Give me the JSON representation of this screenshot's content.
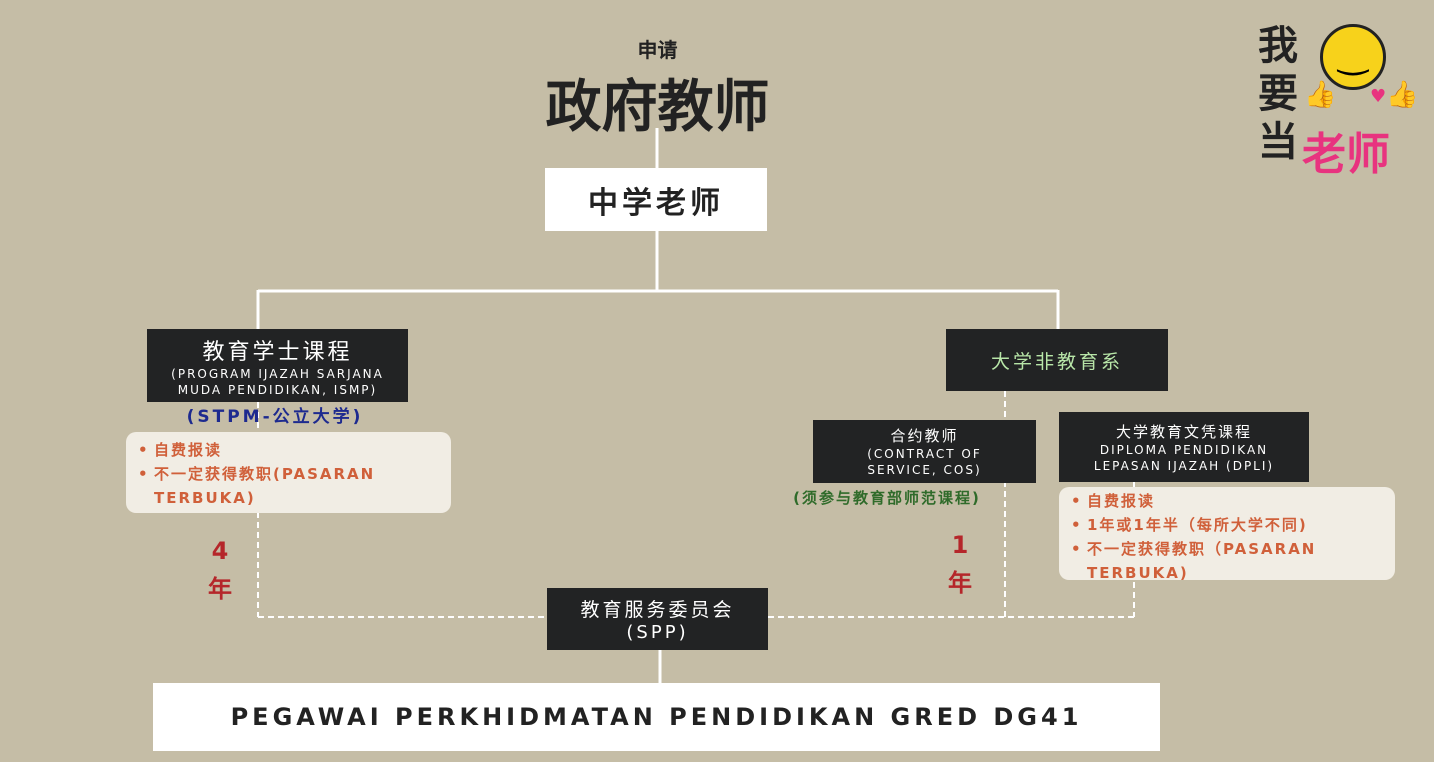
{
  "header": {
    "apply": "申请",
    "title": "政府教师"
  },
  "logo": {
    "text": "我要当老师",
    "colors": {
      "dark": "#222222",
      "pink": "#e8337f",
      "yellow": "#f7d21b"
    }
  },
  "level": "中学老师",
  "left": {
    "title": "教育学士课程",
    "subtitle_line1": "(PROGRAM IJAZAH SARJANA",
    "subtitle_line2": "MUDA PENDIDIKAN, ISMP)",
    "route": "(STPM-公立大学)",
    "notes": [
      "自费报读",
      "不一定获得教职(PASARAN TERBUKA)"
    ],
    "years_num": "4",
    "years_unit": "年"
  },
  "right": {
    "title": "大学非教育系",
    "cos": {
      "title": "合约教师",
      "line1": "(CONTRACT OF",
      "line2": "SERVICE, COS)",
      "note": "(须参与教育部师范课程)"
    },
    "dpli": {
      "title": "大学教育文凭课程",
      "line1": "DIPLOMA PENDIDIKAN",
      "line2": "LEPASAN IJAZAH (DPLI)",
      "notes": [
        "自费报读",
        "1年或1年半（每所大学不同)",
        "不一定获得教职（PASARAN TERBUKA)"
      ]
    },
    "years_num": "1",
    "years_unit": "年"
  },
  "spp": {
    "title": "教育服务委员会",
    "sub": "(SPP)"
  },
  "result": "PEGAWAI PERKHIDMATAN PENDIDIKAN GRED DG41"
}
